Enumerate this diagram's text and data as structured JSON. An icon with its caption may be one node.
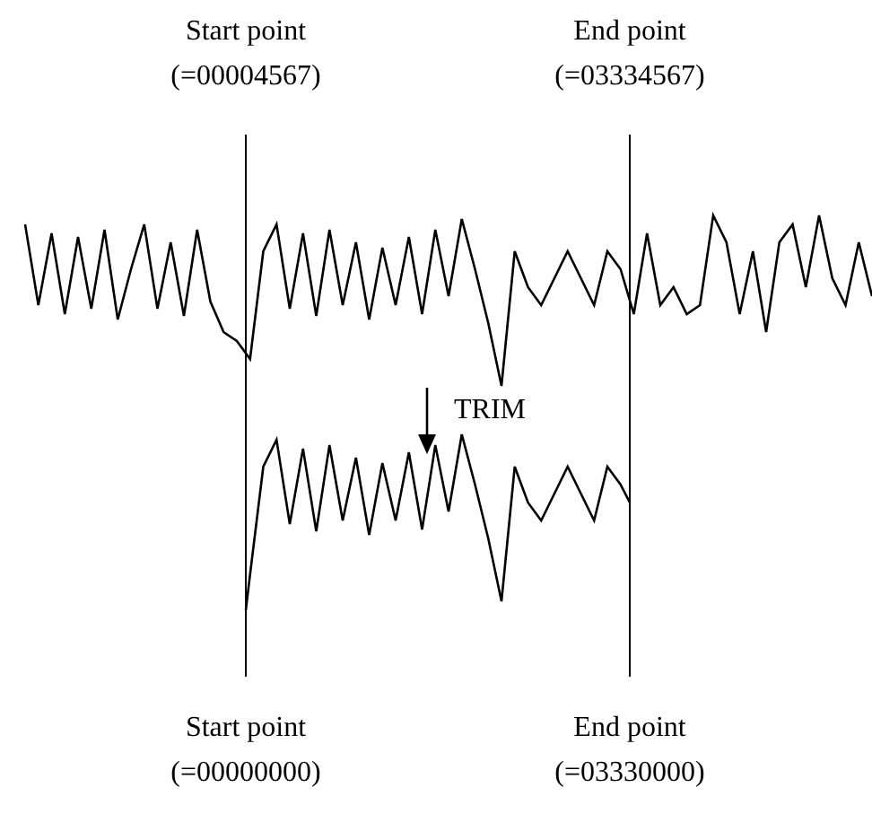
{
  "diagram": {
    "labels": [
      "Start point",
      "(=00004567)",
      "End point",
      "(=03334567)",
      "TRIM",
      "Start point",
      "(=00000000)",
      "End point",
      "(=03330000)"
    ]
  }
}
